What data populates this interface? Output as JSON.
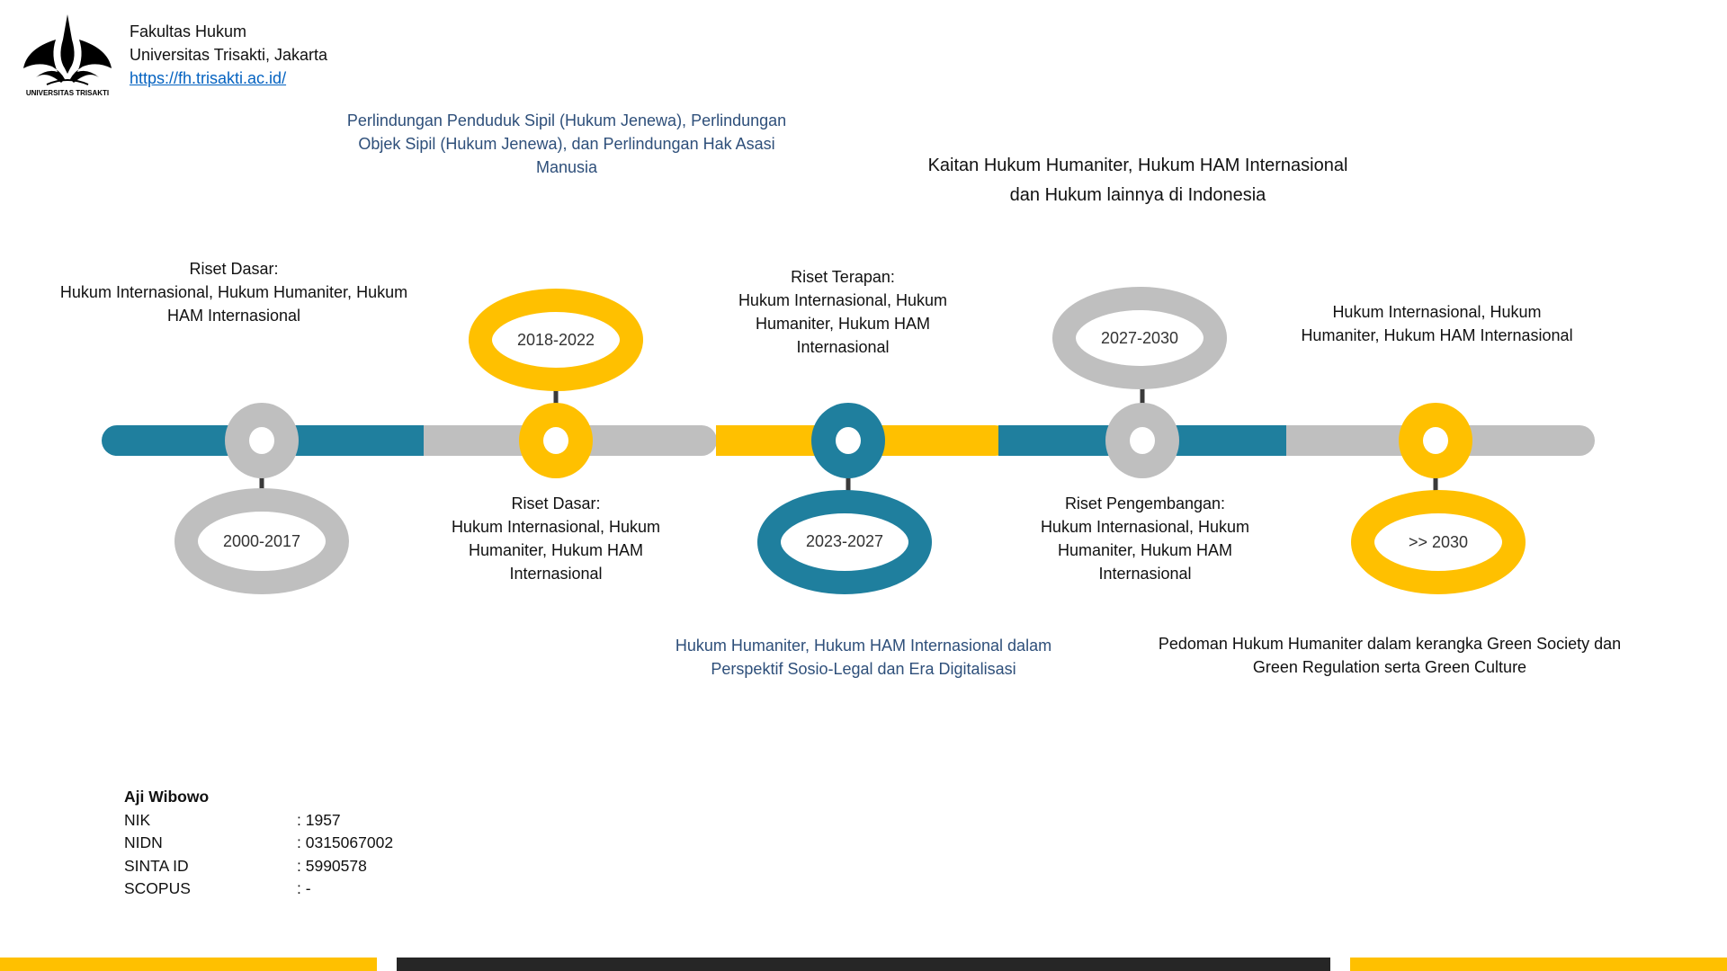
{
  "header": {
    "faculty": "Fakultas Hukum",
    "university": "Universitas Trisakti, Jakarta",
    "url": "https://fh.trisakti.ac.id/",
    "logo_text": "UNIVERSITAS TRISAKTI"
  },
  "title": {
    "line1": "Kaitan Hukum Humaniter, Hukum HAM Internasional",
    "line2": "dan Hukum lainnya di Indonesia"
  },
  "colors": {
    "teal": "#1f7f9e",
    "gray": "#bfbfbf",
    "yellow": "#ffc000"
  },
  "timeline": [
    {
      "period": "2000-2017",
      "label_l1": "Riset Dasar:",
      "label_l2": "Hukum Internasional, Hukum Humaniter, Hukum",
      "label_l3": "HAM Internasional"
    },
    {
      "period": "2018-2022",
      "label_l1": "Riset Dasar:",
      "label_l2": "Hukum Internasional, Hukum",
      "label_l3": "Humaniter, Hukum HAM",
      "label_l4": "Internasional",
      "topic_l1": "Perlindungan Penduduk Sipil (Hukum Jenewa), Perlindungan",
      "topic_l2": "Objek Sipil (Hukum Jenewa), dan Perlindungan Hak Asasi",
      "topic_l3": "Manusia"
    },
    {
      "period": "2023-2027",
      "label_l1": "Riset Terapan:",
      "label_l2": "Hukum Internasional, Hukum",
      "label_l3": "Humaniter, Hukum HAM",
      "label_l4": "Internasional",
      "topic_l1": "Hukum Humaniter, Hukum HAM Internasional dalam",
      "topic_l2": "Perspektif Sosio-Legal dan Era Digitalisasi"
    },
    {
      "period": "2027-2030",
      "label_l1": "Riset Pengembangan:",
      "label_l2": "Hukum Internasional, Hukum",
      "label_l3": "Humaniter, Hukum HAM",
      "label_l4": "Internasional"
    },
    {
      "period": ">> 2030",
      "label_l1": "Hukum Internasional, Hukum",
      "label_l2": "Humaniter, Hukum HAM Internasional",
      "topic_l1": "Pedoman Hukum Humaniter dalam kerangka Green Society dan",
      "topic_l2": "Green Regulation serta Green Culture"
    }
  ],
  "researcher": {
    "name": "Aji Wibowo",
    "fields": [
      {
        "k": "NIK",
        "v": ": 1957"
      },
      {
        "k": "NIDN",
        "v": ": 0315067002"
      },
      {
        "k": "SINTA ID",
        "v": ": 5990578"
      },
      {
        "k": "SCOPUS",
        "v": ": -"
      }
    ]
  }
}
